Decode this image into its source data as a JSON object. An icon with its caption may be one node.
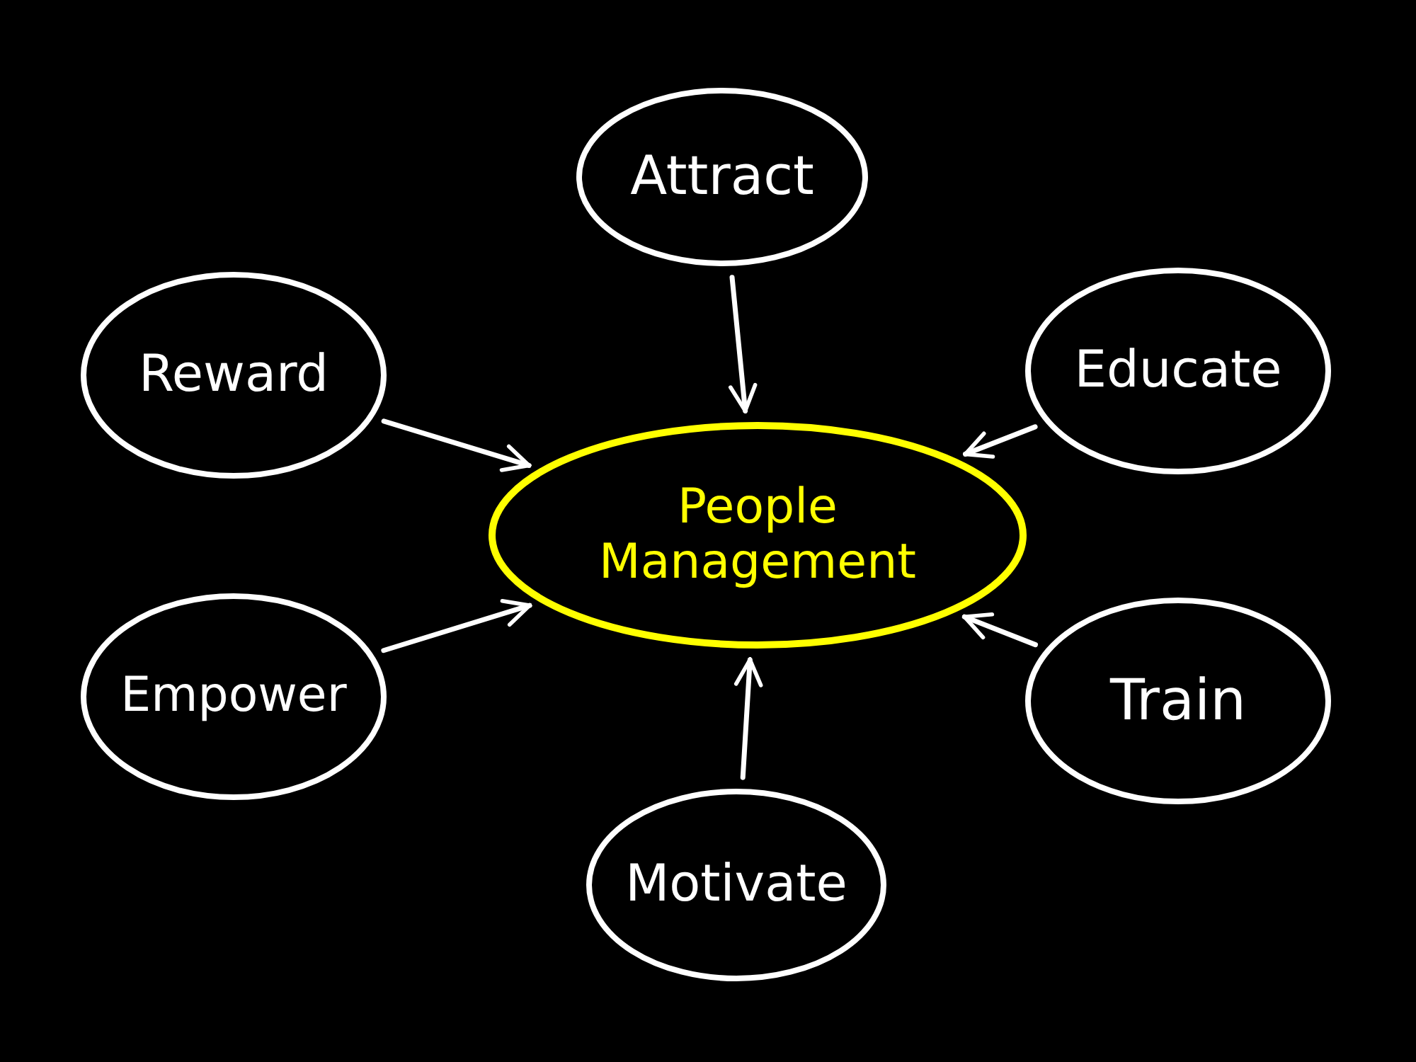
{
  "diagram": {
    "nodes": [
      {
        "text": [
          "Attract"
        ]
      },
      {
        "text": [
          "Reward"
        ]
      },
      {
        "text": [
          "Educate"
        ]
      },
      {
        "text": [
          "People Management"
        ]
      },
      {
        "text": [
          "Empower"
        ]
      },
      {
        "text": [
          "Train"
        ]
      },
      {
        "text": [
          "Motivate"
        ]
      }
    ],
    "edges": [
      {
        "from": 0,
        "to": 3,
        "arrow": "to"
      },
      {
        "from": 1,
        "to": 3,
        "arrow": "to"
      },
      {
        "from": 2,
        "to": 3,
        "arrow": "to"
      },
      {
        "from": 4,
        "to": 3,
        "arrow": "to"
      },
      {
        "from": 5,
        "to": 3,
        "arrow": "to"
      },
      {
        "from": 6,
        "to": 3,
        "arrow": "to"
      }
    ]
  }
}
